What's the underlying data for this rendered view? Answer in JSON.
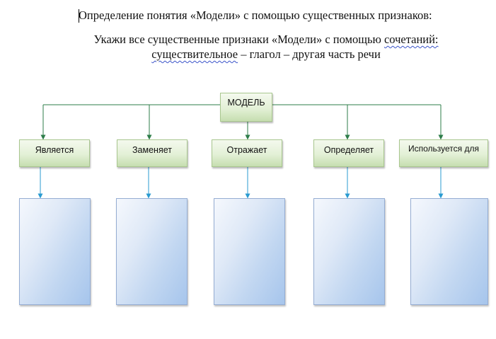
{
  "heading": "Определение понятия «Модели» с помощью существенных признаков:",
  "instruction": {
    "line1_a": "Укажи все существенные признаки «Модели» с помощью ",
    "line1_b": "сочетаний:",
    "line2_a": "существительное",
    "line2_b": " – глагол – другая часть речи"
  },
  "root": {
    "label": "МОДЕЛЬ"
  },
  "categories": [
    {
      "label": "Является"
    },
    {
      "label": "Заменяет"
    },
    {
      "label": "Отражает"
    },
    {
      "label": "Определяет"
    },
    {
      "label": "Используется для"
    }
  ],
  "colors": {
    "tree_lines": "#2e7d4a",
    "arrows_to_boxes": "#2a9bd1",
    "category_fill": "#e3f0d6",
    "answer_box_fill": "#c2d7f1"
  }
}
